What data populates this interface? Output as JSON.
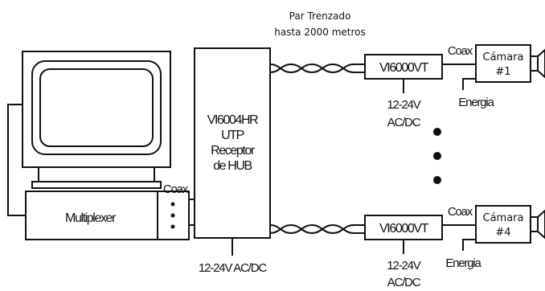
{
  "cable": {
    "line1": "Par Trenzado",
    "line2": "hasta 2000 metros"
  },
  "hub": {
    "line1": "VI6004HR",
    "line2": "UTP",
    "line3": "Receptor",
    "line4": "de HUB",
    "power": "12-24V AC/DC"
  },
  "multiplexer": {
    "label": "Multiplexer",
    "coax": "Coax"
  },
  "channel_top": {
    "transmitter": "VI6000VT",
    "coax": "Coax",
    "camera_line1": "Cámara",
    "camera_line2": "#1",
    "power_line1": "12-24V",
    "power_line2": "AC/DC",
    "energy": "Energia"
  },
  "channel_bottom": {
    "transmitter": "VI6000VT",
    "coax": "Coax",
    "camera_line1": "Cámara",
    "camera_line2": "#4",
    "power_line1": "12-24V",
    "power_line2": "AC/DC",
    "energy": "Energia"
  }
}
